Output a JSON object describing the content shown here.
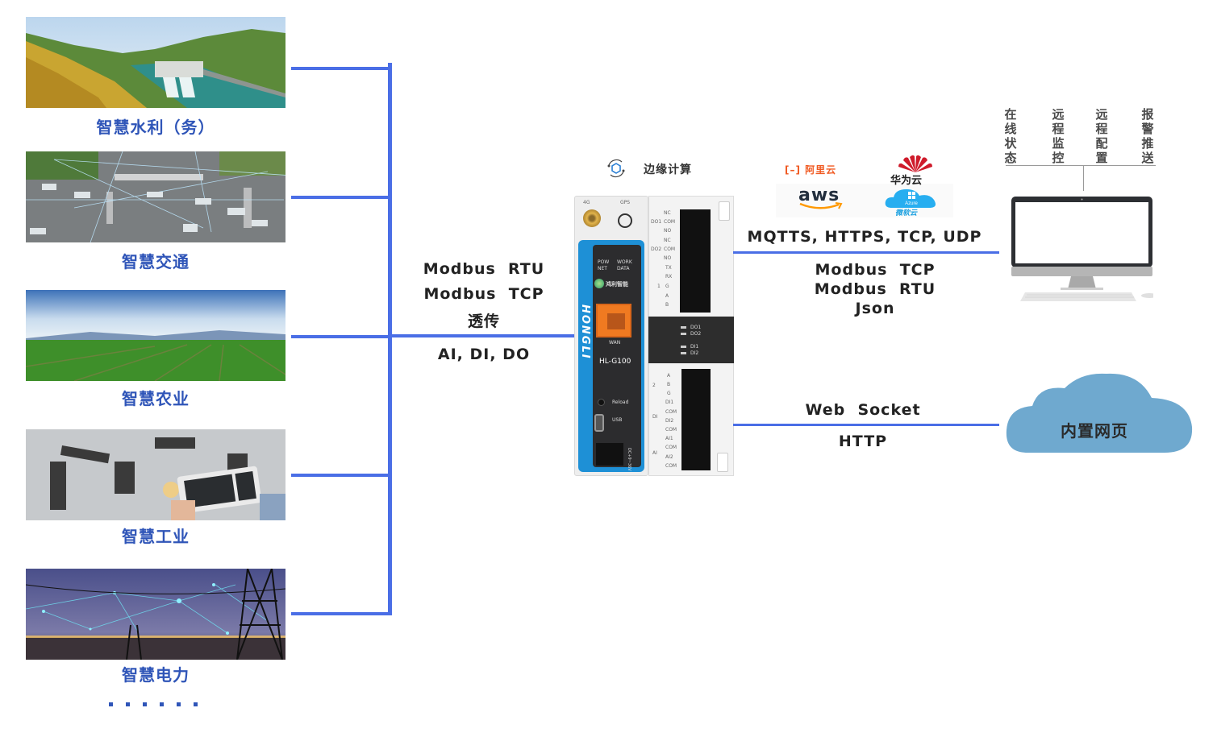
{
  "scenes": [
    {
      "label": "智慧水利（务）",
      "image": "hydropower-dam-photo"
    },
    {
      "label": "智慧交通",
      "image": "traffic-intersection-photo"
    },
    {
      "label": "智慧农业",
      "image": "farmland-photo"
    },
    {
      "label": "智慧工业",
      "image": "industrial-robot-photo"
    },
    {
      "label": "智慧电力",
      "image": "power-grid-photo"
    }
  ],
  "scenes_more": "......",
  "field_protocols": {
    "line1": "Modbus  RTU",
    "line2": "Modbus  TCP",
    "line3": "透传",
    "io": "AI, DI, DO"
  },
  "edge": {
    "icon": "edge-computing-icon",
    "label": "边缘计算"
  },
  "device": {
    "brand_vertical": "HONGLI",
    "brand_logo": "鸿利智能",
    "model": "HL-G100",
    "ports": {
      "antenna": "4G",
      "gps": "GPS",
      "wan": "WAN",
      "reload": "Reload",
      "usb": "USB",
      "power": "DC+9~36V"
    },
    "status_leds": [
      "POW",
      "WORK",
      "NET",
      "DATA"
    ],
    "top_terminals": [
      {
        "group": "DO1",
        "pins": [
          "NC",
          "COM",
          "NO"
        ]
      },
      {
        "group": "DO2",
        "pins": [
          "NC",
          "COM",
          "NO"
        ]
      },
      {
        "group": "1",
        "pins": [
          "TX",
          "RX",
          "G",
          "A",
          "B"
        ]
      }
    ],
    "io_leds": [
      "DO1",
      "DO2",
      "DI1",
      "DI2"
    ],
    "bottom_terminals": [
      {
        "group": "2",
        "pins": [
          "A",
          "B",
          "G"
        ]
      },
      {
        "group": "DI",
        "pins": [
          "DI1",
          "COM",
          "DI2",
          "COM"
        ]
      },
      {
        "group": "AI",
        "pins": [
          "AI1",
          "COM",
          "AI2",
          "COM"
        ]
      }
    ]
  },
  "cloud_platforms": {
    "aliyun": "阿里云",
    "aliyun_mark": "[–]",
    "huawei": "华为云",
    "aws": "aws",
    "azure": "Azure",
    "azure_cn": "微软云"
  },
  "upstream_protocols": {
    "top": "MQTTS, HTTPS, TCP, UDP",
    "line1": "Modbus  TCP",
    "line2": "Modbus  RTU",
    "line3": "Json"
  },
  "features": [
    {
      "label": "在线状态"
    },
    {
      "label": "远程监控"
    },
    {
      "label": "远程配置"
    },
    {
      "label": "报警推送"
    }
  ],
  "web_protocols": {
    "top": "Web  Socket",
    "bottom": "HTTP"
  },
  "builtin_web": {
    "label": "内置网页"
  },
  "colors": {
    "line_blue": "#4a6ee6",
    "label_blue": "#2f55b8",
    "device_blue": "#1e90d6",
    "cloud_blue": "#6fa9cf",
    "aliyun_orange": "#f05a22",
    "huawei_red": "#cf1b2b"
  }
}
